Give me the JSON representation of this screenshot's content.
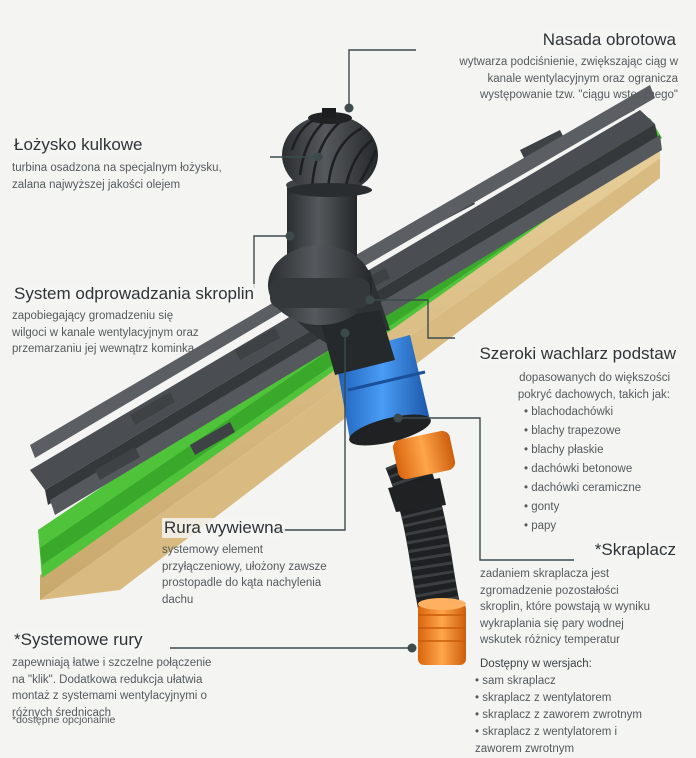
{
  "nasada": {
    "title": "Nasada obrotowa",
    "desc": "wytwarza podciśnienie, zwiększając ciąg w\nkanale wentylacyjnym oraz ogranicza\nwystępowanie tzw. \"ciągu wstecznego\""
  },
  "lozysko": {
    "title": "Łożysko kulkowe",
    "desc": "turbina osadzona na specjalnym łożysku,\nzalana najwyższej jakości olejem"
  },
  "skropliny": {
    "title": "System odprowadzania skroplin",
    "desc": "zapobiegający gromadzeniu się\nwilgoci w kanale wentylacyjnym oraz\nprzemarzaniu jej wewnątrz kominka"
  },
  "wachlarz": {
    "title": "Szeroki wachlarz podstaw",
    "desc": "dopasowanych do większości\npokryć dachowych, takich jak:",
    "items": [
      "blachodachówki",
      "blachy trapezowe",
      "blachy płaskie",
      "dachówki betonowe",
      "dachówki ceramiczne",
      "gonty",
      "papy"
    ]
  },
  "rura": {
    "title": "Rura wywiewna",
    "desc": "systemowy element\n przyłączeniowy, ułożony zawsze\nprostopadle do kąta nachylenia\ndachu"
  },
  "skraplacz": {
    "title": "*Skraplacz",
    "desc": "zadaniem skraplacza jest\nzgromadzenie pozostałości\nskroplin, które powstają w wyniku\nwykraplania się pary wodnej\nwskutek różnicy temperatur",
    "versions_title": "Dostępny w wersjach:",
    "versions": [
      "sam skraplacz",
      "skraplacz z wentylatorem",
      "skraplacz z zaworem zwrotnym",
      "skraplacz z wentylatorem i\nzaworem zwrotnym"
    ]
  },
  "systemowe": {
    "title": "*Systemowe rury",
    "desc": "zapewniają łatwe i szczelne połączenie\nna \"klik\". Dodatkowa redukcja ułatwia\nmontaż z systemami wentylacyjnymi o\nróżnych średnicach",
    "note": "*dostępne opcjonalnie"
  },
  "colors": {
    "roof_green": "#4fc43a",
    "tiles": "#4a4e52",
    "product": "#3a3d40",
    "adapter_blue": "#2f7fe0",
    "condenser_orange": "#f0821e",
    "leader": "#3c4a4c"
  }
}
